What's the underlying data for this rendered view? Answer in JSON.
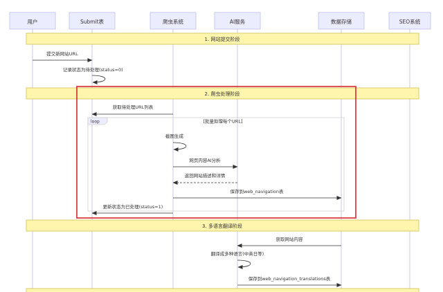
{
  "participants": [
    "用户",
    "Submit表",
    "爬虫系统",
    "AI服务",
    "数据存储",
    "SEO系统"
  ],
  "phases": [
    "1. 网站提交阶段",
    "2. 爬虫处理阶段",
    "3. 多语言翻译阶段"
  ],
  "loop": {
    "tag": "loop",
    "title": "[批量处理每个URL]"
  },
  "messages": [
    {
      "text": "提交新网站URL"
    },
    {
      "text": "记录状态为待处理(status=0)"
    },
    {
      "text": "获取待处理URL列表"
    },
    {
      "text": "截图生成"
    },
    {
      "text": "网页内容AI分析"
    },
    {
      "text": "返回网站描述和详情"
    },
    {
      "text": "保存到web_navigation表"
    },
    {
      "text": "更新状态为已处理(status=1)"
    },
    {
      "text": "获取网站内容"
    },
    {
      "text": "翻译成多种语言(中英日等)"
    },
    {
      "text": "保存到web_navigation_translations表"
    }
  ],
  "colors": {
    "participant_fill": "#ececff",
    "participant_border": "#c9c9f0",
    "phase_fill": "#fff5ad",
    "phase_border": "#d8cc6a",
    "lifeline": "#c8c8e6",
    "arrow": "#333333",
    "highlight": "#d6262e"
  }
}
